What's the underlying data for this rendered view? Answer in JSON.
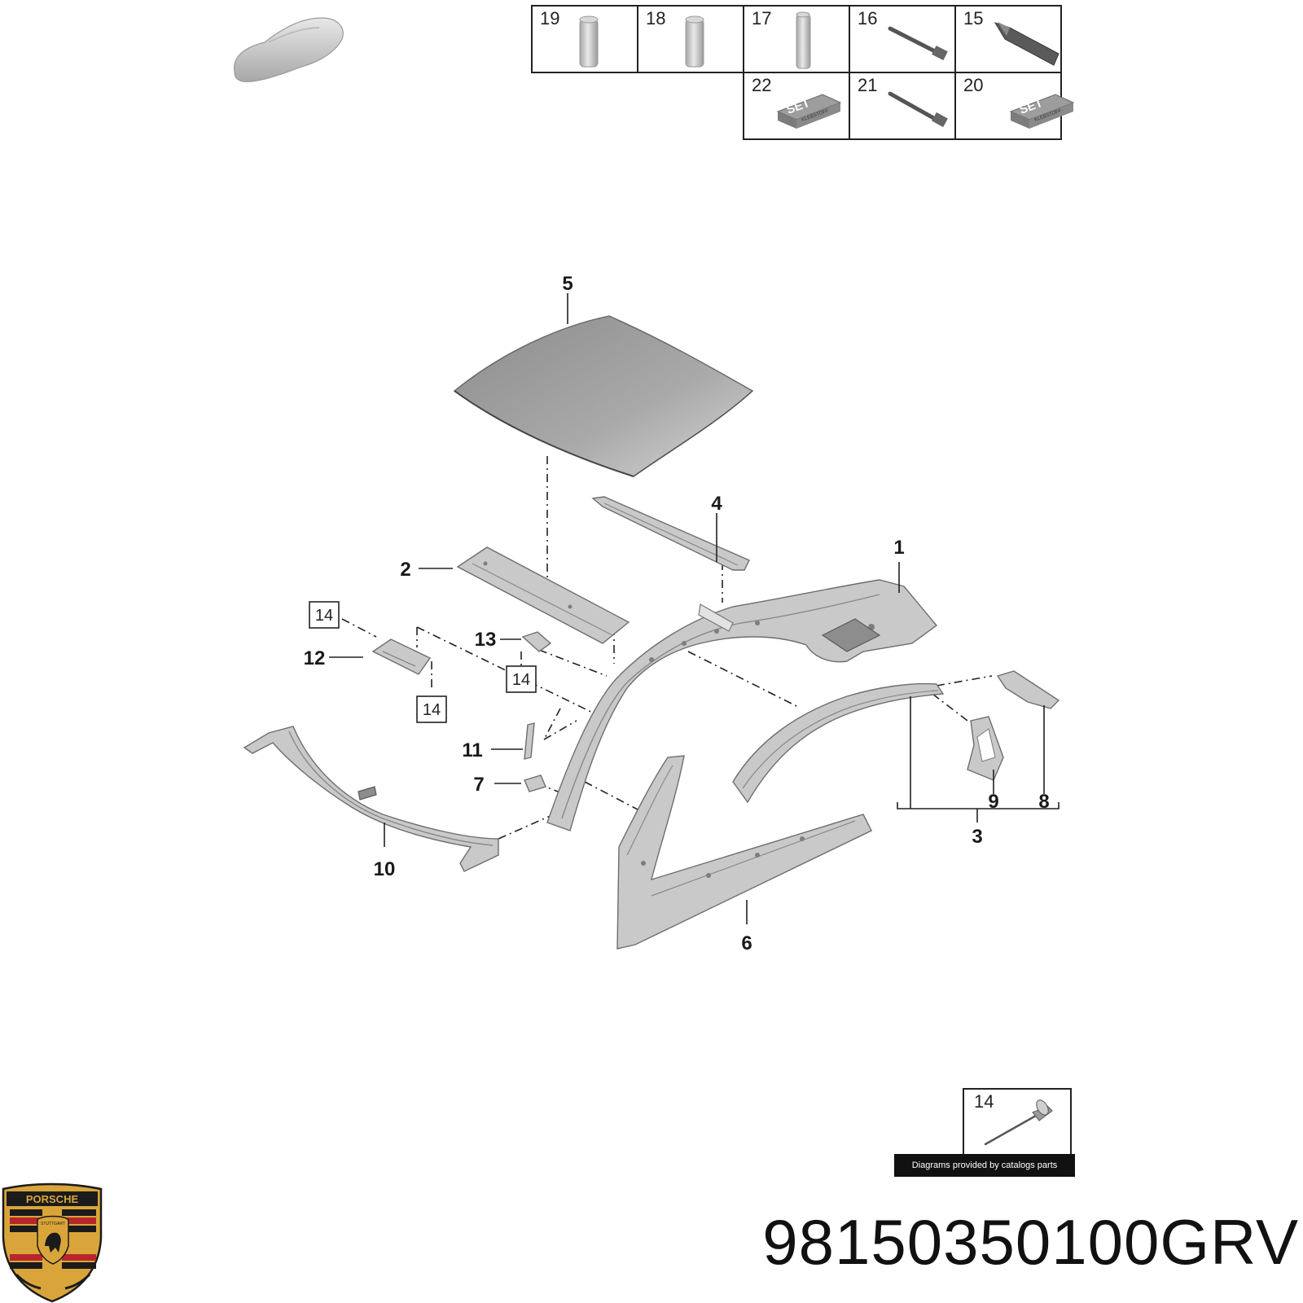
{
  "diagram": {
    "kit_cells": [
      {
        "number": "19",
        "item": "cylinder-sleeve-icon"
      },
      {
        "number": "18",
        "item": "cylinder-sleeve-icon"
      },
      {
        "number": "17",
        "item": "slim-cylinder-icon"
      },
      {
        "number": "16",
        "item": "nozzle-pin-icon"
      },
      {
        "number": "15",
        "item": "sealant-tube-icon"
      },
      {
        "number": "22",
        "item": "adhesive-set-box-icon",
        "box_text": "SET",
        "box_subtext": "KLEBSTOFF"
      },
      {
        "number": "21",
        "item": "nozzle-pin-icon"
      },
      {
        "number": "20",
        "item": "adhesive-set-box-icon",
        "box_text": "SET",
        "box_subtext": "KLEBSTOFF"
      }
    ],
    "callouts": {
      "n1": "1",
      "n2": "2",
      "n3": "3",
      "n4": "4",
      "n5": "5",
      "n6": "6",
      "n7": "7",
      "n8": "8",
      "n9": "9",
      "n10": "10",
      "n11": "11",
      "n12": "12",
      "n13": "13"
    },
    "boxed_refs": {
      "a": "14",
      "b": "14",
      "c": "14"
    },
    "rivet_box_label": "14",
    "credit": "Diagrams provided by catalogs parts",
    "part_number": "98150350100GRV",
    "logo": {
      "name": "porsche-crest-icon",
      "text_top": "PORSCHE",
      "text_center": "STUTTGART",
      "colors": {
        "gold": "#d9a53a",
        "red": "#b8262b",
        "black": "#1b1b1b"
      }
    }
  }
}
